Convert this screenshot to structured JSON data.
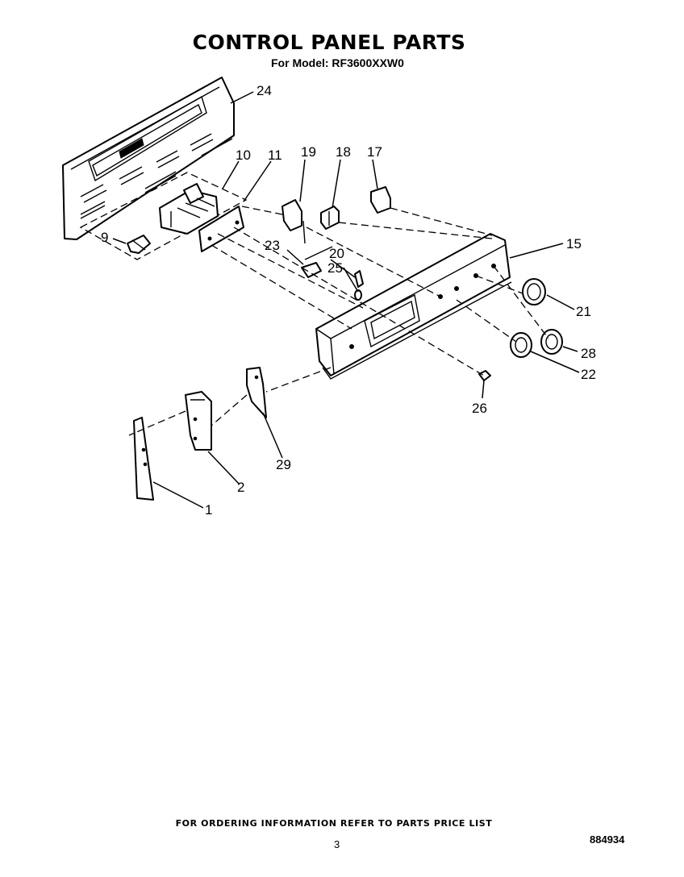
{
  "title": "CONTROL PANEL PARTS",
  "subtitle": "For Model: RF3600XXW0",
  "footer_note": "FOR ORDERING INFORMATION REFER TO PARTS PRICE LIST",
  "page_number": "3",
  "document_number": "884934",
  "callouts": {
    "c24": "24",
    "c10": "10",
    "c11": "11",
    "c19": "19",
    "c18": "18",
    "c17": "17",
    "c9": "9",
    "c15": "15",
    "c23": "23",
    "c20": "20",
    "c25": "25",
    "c21": "21",
    "c28": "28",
    "c22": "22",
    "c26": "26",
    "c29": "29",
    "c2": "2",
    "c1": "1"
  }
}
